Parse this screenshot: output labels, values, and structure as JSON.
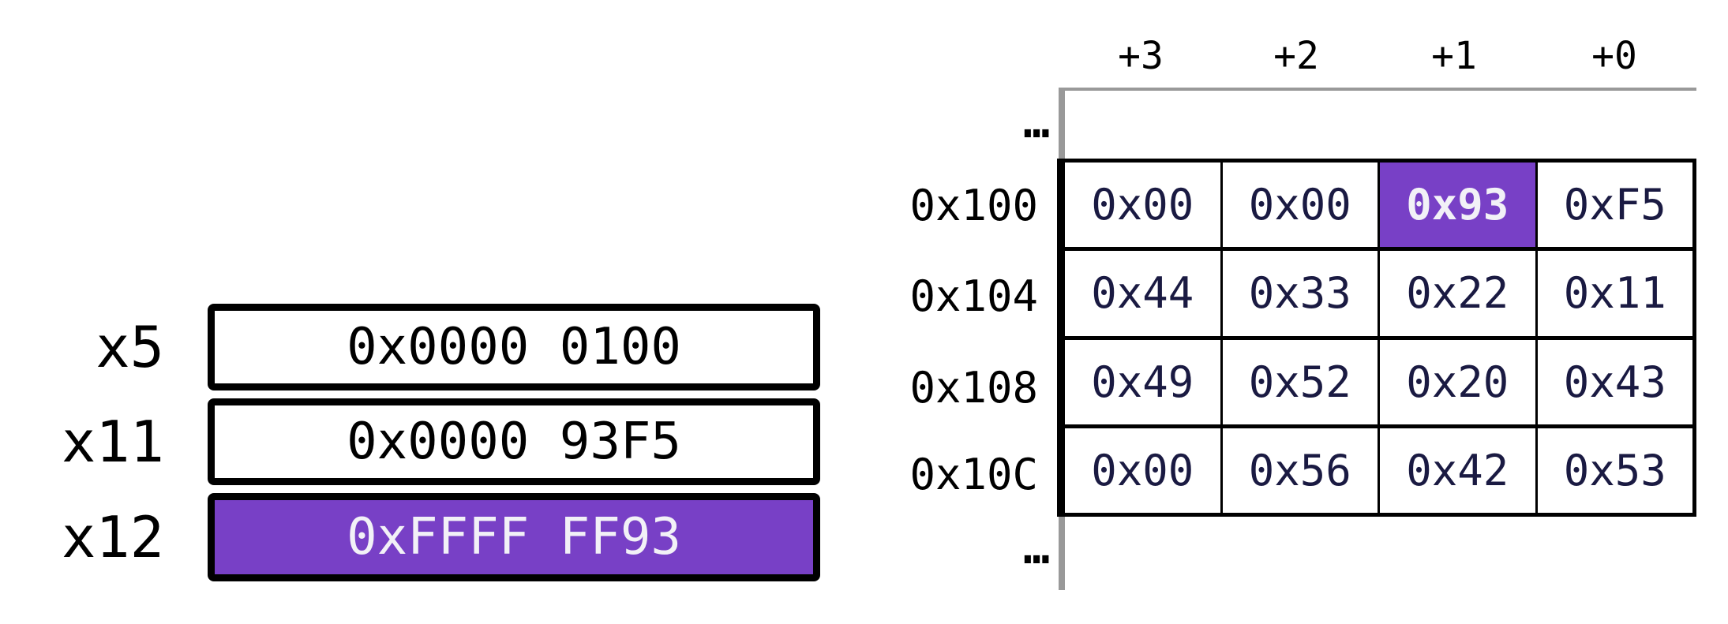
{
  "colors": {
    "highlight": "#7840C6",
    "cell_text": "#1A1A42",
    "light_text": "#F2F1F7",
    "line_gray": "#999999"
  },
  "registers": [
    {
      "name": "x5",
      "value": "0x0000 0100",
      "highlighted": false
    },
    {
      "name": "x11",
      "value": "0x0000 93F5",
      "highlighted": false
    },
    {
      "name": "x12",
      "value": "0xFFFF FF93",
      "highlighted": true
    }
  ],
  "memory": {
    "column_headers": [
      "+3",
      "+2",
      "+1",
      "+0"
    ],
    "ellipsis_top": "…",
    "ellipsis_bottom": "…",
    "rows": [
      {
        "address": "0x100",
        "bytes": [
          "0x00",
          "0x00",
          "0x93",
          "0xF5"
        ],
        "highlight_col": 2
      },
      {
        "address": "0x104",
        "bytes": [
          "0x44",
          "0x33",
          "0x22",
          "0x11"
        ]
      },
      {
        "address": "0x108",
        "bytes": [
          "0x49",
          "0x52",
          "0x20",
          "0x43"
        ]
      },
      {
        "address": "0x10C",
        "bytes": [
          "0x00",
          "0x56",
          "0x42",
          "0x53"
        ]
      }
    ]
  }
}
